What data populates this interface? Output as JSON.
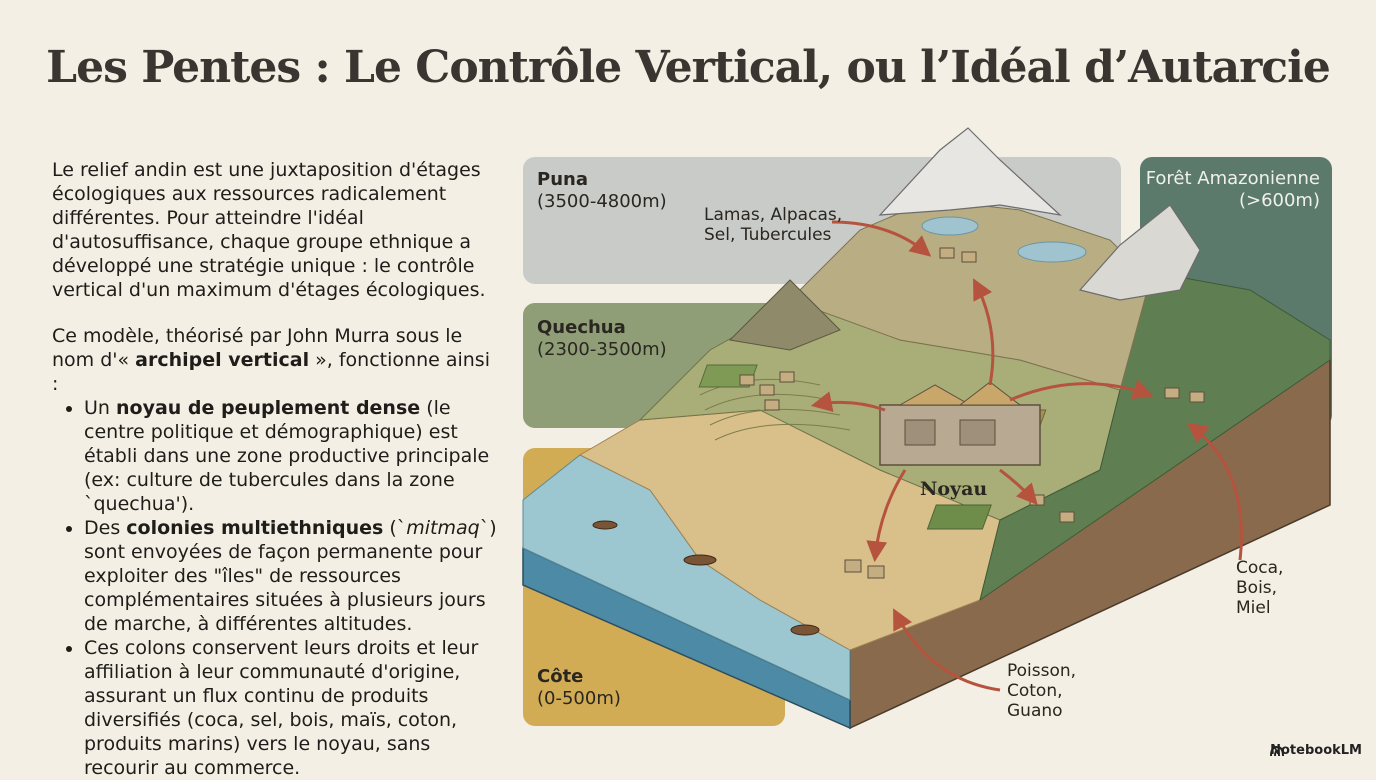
{
  "title": "Les Pentes : Le Contrôle Vertical, ou l’Idéal d’Autarcie",
  "intro": {
    "p1": "Le relief andin est une juxtaposition d'étages écologiques aux ressources radicalement différentes. Pour atteindre l'idéal d'autosuffisance, chaque groupe ethnique a développé une stratégie unique : le contrôle vertical d'un maximum d'étages écologiques.",
    "p2_a": "Ce modèle, théorisé par John Murra sous le nom d'« ",
    "p2_b": "archipel vertical",
    "p2_c": " », fonctionne ainsi :",
    "bullet1_a": "Un ",
    "bullet1_b": "noyau de peuplement dense",
    "bullet1_c": " (le centre politique et démographique) est établi dans une zone productive principale (ex: culture de tubercules dans la zone `quechua').",
    "bullet2_a": "Des ",
    "bullet2_b": "colonies multiethniques",
    "bullet2_c": " (`",
    "bullet2_d": "mitmaq",
    "bullet2_e": "`) sont envoyées de façon permanente pour exploiter des \"îles\" de ressources complémentaires situées à plusieurs jours de marche, à différentes altitudes.",
    "bullet3": "Ces colons conservent leurs droits et leur affiliation à leur communauté d'origine, assurant un flux continu de produits diversifiés (coca, sel, bois, maïs, coton, produits marins) vers le noyau, sans recourir au commerce."
  },
  "zones": {
    "puna": {
      "name": "Puna",
      "alt": "(3500-4800m)",
      "color": "#c9cbc8"
    },
    "quechua": {
      "name": "Quechua",
      "alt": "(2300-3500m)",
      "color": "#8f9e77"
    },
    "cote": {
      "name": "Côte",
      "alt": "(0-500m)",
      "color": "#d2ac55"
    },
    "foret": {
      "name": "Forêt Amazonienne",
      "alt": "(>600m)",
      "color": "#5b7a6c"
    }
  },
  "labels": {
    "puna_res_1": "Lamas, Alpacas,",
    "puna_res_2": "Sel, Tubercules",
    "foret_res_1": "Coca,",
    "foret_res_2": "Bois,",
    "foret_res_3": "Miel",
    "cote_res_1": "Poisson,",
    "cote_res_2": "Coton,",
    "cote_res_3": "Guano",
    "noyau": "Noyau"
  },
  "colors": {
    "arrow": "#b5533f",
    "background": "#f3efe4"
  },
  "brand": "NotebookLM"
}
